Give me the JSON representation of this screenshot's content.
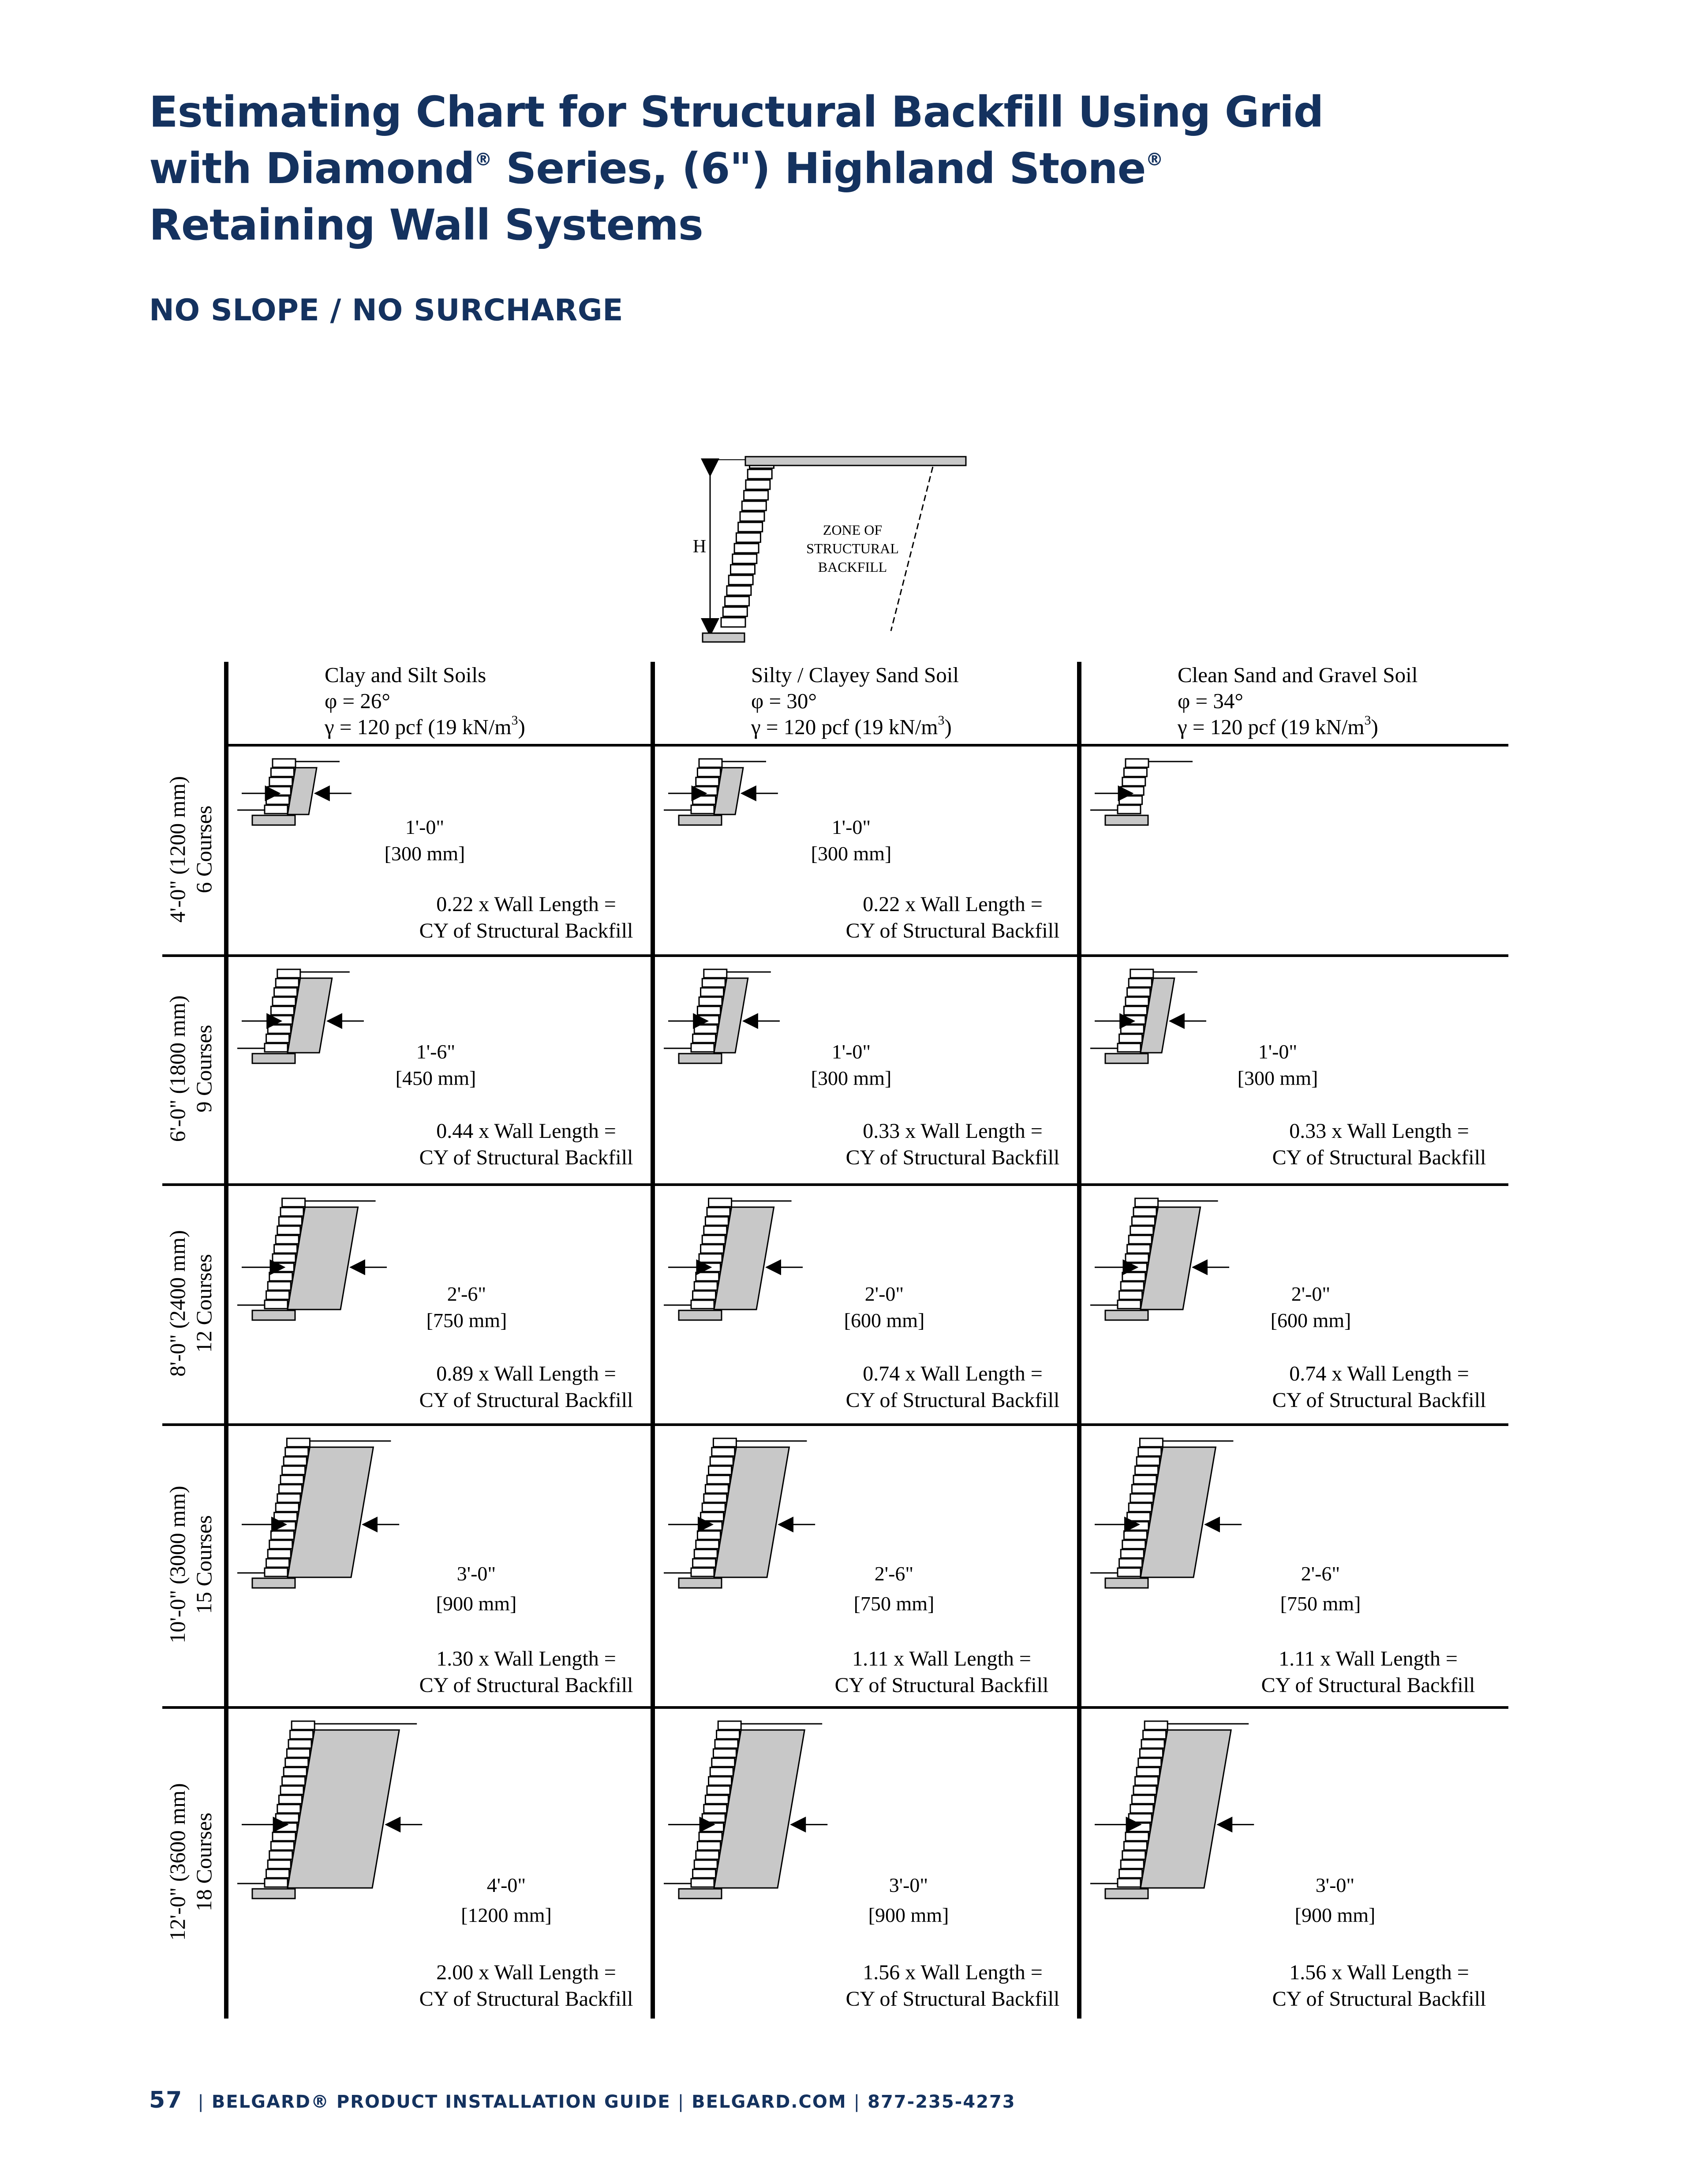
{
  "title": {
    "line1": "Estimating Chart for Structural Backfill Using Grid",
    "line2_a": "with Diamond",
    "line2_b": " Series, (6\") Highland Stone",
    "line3": "Retaining Wall Systems",
    "reg_mark": "®"
  },
  "subtitle": "NO SLOPE / NO SURCHARGE",
  "top_diagram": {
    "height_label": "H",
    "zone_label": [
      "ZONE OF",
      "STRUCTURAL",
      "BACKFILL"
    ]
  },
  "columns": [
    {
      "name": "Clay and Silt Soils",
      "phi": "φ = 26°",
      "gamma": "γ = 120 pcf (19 kN/m",
      "gamma_sup": "3",
      "gamma_end": ")"
    },
    {
      "name": "Silty / Clayey Sand Soil",
      "phi": "φ = 30°",
      "gamma": "γ = 120 pcf (19 kN/m",
      "gamma_sup": "3",
      "gamma_end": ")"
    },
    {
      "name": "Clean Sand and Gravel Soil",
      "phi": "φ = 34°",
      "gamma": "γ = 120 pcf (19 kN/m",
      "gamma_sup": "3",
      "gamma_end": ")"
    }
  ],
  "rows": [
    {
      "height": "4'-0\" (1200 mm)",
      "courses": "6 Courses"
    },
    {
      "height": "6'-0\" (1800 mm)",
      "courses": "9 Courses"
    },
    {
      "height": "8'-0\" (2400 mm)",
      "courses": "12 Courses"
    },
    {
      "height": "10'-0\" (3000 mm)",
      "courses": "15 Courses"
    },
    {
      "height": "12'-0\" (3600 mm)",
      "courses": "18 Courses"
    }
  ],
  "cells": [
    [
      {
        "dim": "1'-0\"",
        "metric": "[300 mm]",
        "factor": "0.22 x Wall Length =",
        "unit": "CY of Structural Backfill"
      },
      {
        "dim": "1'-0\"",
        "metric": "[300 mm]",
        "factor": "0.22 x Wall Length =",
        "unit": "CY of Structural Backfill"
      },
      {
        "dim": "",
        "metric": "",
        "factor": "",
        "unit": ""
      }
    ],
    [
      {
        "dim": "1'-6\"",
        "metric": "[450 mm]",
        "factor": "0.44 x Wall Length =",
        "unit": "CY of Structural Backfill"
      },
      {
        "dim": "1'-0\"",
        "metric": "[300 mm]",
        "factor": "0.33 x Wall Length =",
        "unit": "CY of Structural Backfill"
      },
      {
        "dim": "1'-0\"",
        "metric": "[300 mm]",
        "factor": "0.33 x Wall Length =",
        "unit": "CY of Structural Backfill"
      }
    ],
    [
      {
        "dim": "2'-6\"",
        "metric": "[750 mm]",
        "factor": "0.89 x Wall Length =",
        "unit": "CY of Structural Backfill"
      },
      {
        "dim": "2'-0\"",
        "metric": "[600 mm]",
        "factor": "0.74 x Wall Length =",
        "unit": "CY of Structural Backfill"
      },
      {
        "dim": "2'-0\"",
        "metric": "[600 mm]",
        "factor": "0.74 x Wall Length =",
        "unit": "CY of Structural Backfill"
      }
    ],
    [
      {
        "dim": "3'-0\"",
        "metric": "[900 mm]",
        "factor": "1.30 x Wall Length =",
        "unit": "CY of Structural Backfill"
      },
      {
        "dim": "2'-6\"",
        "metric": "[750 mm]",
        "factor": "1.11 x Wall Length =",
        "unit": "CY of Structural Backfill"
      },
      {
        "dim": "2'-6\"",
        "metric": "[750 mm]",
        "factor": "1.11 x Wall Length =",
        "unit": "CY of Structural Backfill"
      }
    ],
    [
      {
        "dim": "4'-0\"",
        "metric": "[1200 mm]",
        "factor": "2.00 x Wall Length =",
        "unit": "CY of Structural Backfill"
      },
      {
        "dim": "3'-0\"",
        "metric": "[900 mm]",
        "factor": "1.56 x Wall Length =",
        "unit": "CY of Structural Backfill"
      },
      {
        "dim": "3'-0\"",
        "metric": "[900 mm]",
        "factor": "1.56 x Wall Length =",
        "unit": "CY of Structural Backfill"
      }
    ]
  ],
  "footer": {
    "page": "57",
    "guide": "BELGARD® PRODUCT INSTALLATION GUIDE",
    "site": "BELGARD.COM",
    "phone": "877-235-4273"
  },
  "colors": {
    "brand": "#14325f",
    "fill": "#c8c8c8"
  }
}
